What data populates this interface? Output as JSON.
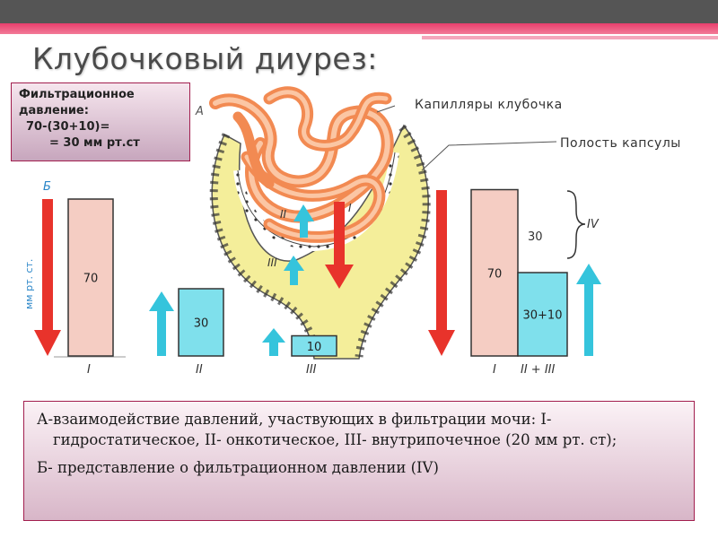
{
  "title": "Клубочковый диурез:",
  "info_box": {
    "line1": "Фильтрационное",
    "line2": "давление:",
    "line3": "70-(30+10)=",
    "line4": "= 30  мм рт.ст"
  },
  "diagram_labels": {
    "label_a": "А",
    "label_b": "Б",
    "capillaries": "Капилляры  клубочка",
    "capsule_cavity": "Полость  капсулы",
    "axis_unit": "мм рт. ст.",
    "roman_1": "I",
    "roman_2": "II",
    "roman_3": "III",
    "roman_4": "IV",
    "roman_2_3": "II + III"
  },
  "chart_data": {
    "type": "bar",
    "left_bars": [
      {
        "category": "I",
        "value": 70,
        "label": "70"
      },
      {
        "category": "II",
        "value": 30,
        "label": "30"
      },
      {
        "category": "III",
        "value": 10,
        "label": "10"
      }
    ],
    "right_bars": [
      {
        "category": "I",
        "value": 70,
        "label": "70"
      },
      {
        "category": "II + III",
        "value": 40,
        "label": "30+10"
      }
    ],
    "difference_label": "30",
    "difference_roman": "IV"
  },
  "colors": {
    "pink_bar": "#f5cdc3",
    "cyan_bar": "#7fe0ec",
    "red_arrow": "#e8332b",
    "cyan_arrow": "#35c4dc",
    "accent": "#a21e4e",
    "yellow_capsule": "#f4ee9a",
    "capillary": "#f28a52"
  },
  "caption": {
    "line1": "А-взаимодействие давлений, участвующих в фильтрации мочи: I-гидростатическое, II- онкотическое, III- внутрипочечное (20 мм рт. ст);",
    "line2": "Б- представление о фильтрационном давлении (IV)"
  }
}
